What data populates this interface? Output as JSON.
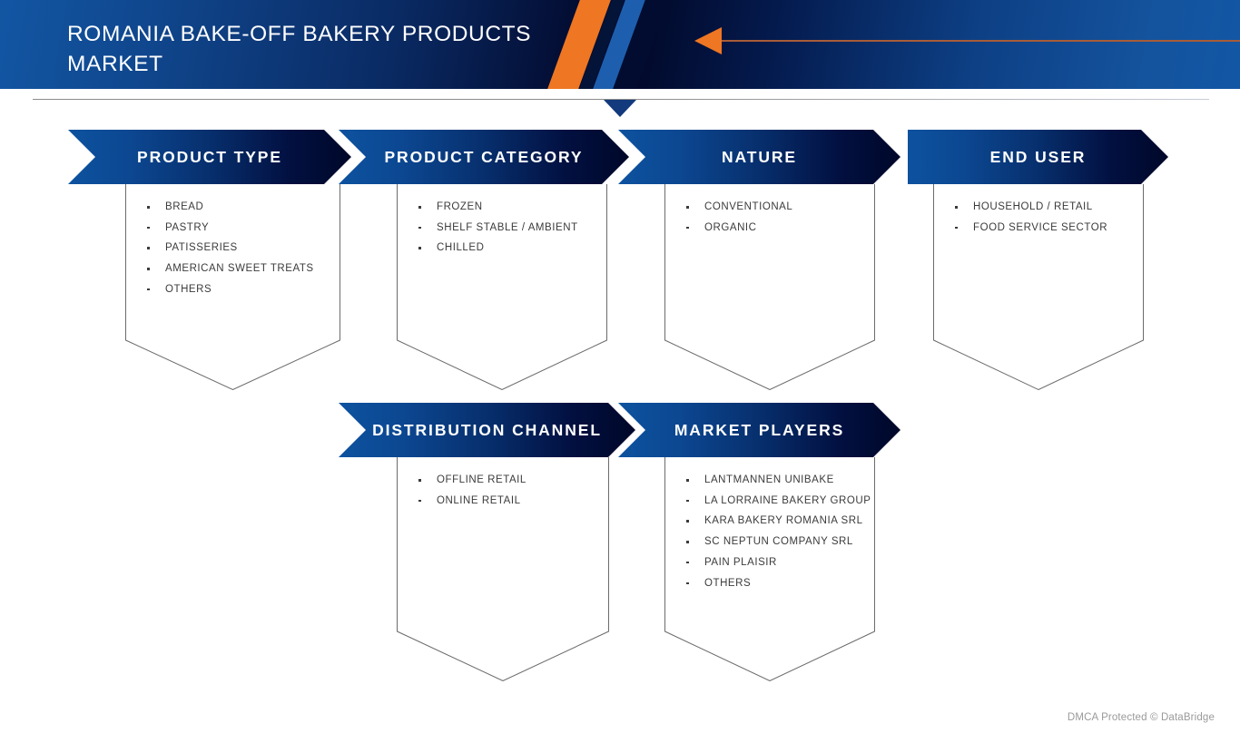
{
  "header": {
    "title": "ROMANIA BAKE-OFF BAKERY PRODUCTS\nMARKET",
    "accent_orange": "#ef7622",
    "accent_blue": "#0d529f",
    "arrow_line_color": "#a85c38"
  },
  "panels": [
    {
      "id": "product-type",
      "label": "PRODUCT TYPE",
      "items": [
        "BREAD",
        "PASTRY",
        "PATISSERIES",
        "AMERICAN SWEET TREATS",
        "OTHERS"
      ]
    },
    {
      "id": "product-category",
      "label": "PRODUCT CATEGORY",
      "items": [
        "FROZEN",
        "SHELF STABLE / AMBIENT",
        "CHILLED"
      ]
    },
    {
      "id": "nature",
      "label": "NATURE",
      "items": [
        "CONVENTIONAL",
        "ORGANIC"
      ]
    },
    {
      "id": "end-user",
      "label": "END USER",
      "items": [
        "HOUSEHOLD / RETAIL",
        "FOOD SERVICE SECTOR"
      ]
    },
    {
      "id": "distribution-channel",
      "label": "DISTRIBUTION CHANNEL",
      "items": [
        "OFFLINE RETAIL",
        "ONLINE RETAIL"
      ]
    },
    {
      "id": "market-players",
      "label": "MARKET PLAYERS",
      "items": [
        "LANTMANNEN UNIBAKE",
        "LA LORRAINE BAKERY GROUP",
        "KARA BAKERY ROMANIA SRL",
        "SC NEPTUN COMPANY SRL",
        "PAIN PLAISIR",
        "OTHERS"
      ]
    }
  ],
  "footer": {
    "text": "DMCA Protected © DataBridge"
  }
}
